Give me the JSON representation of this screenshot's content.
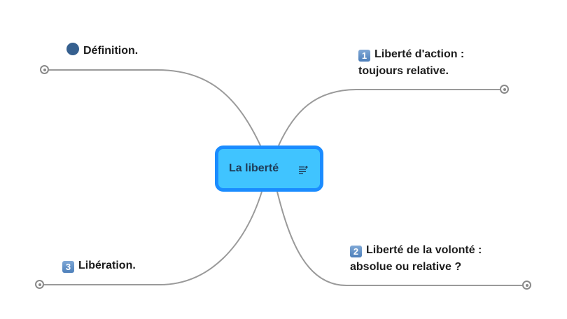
{
  "central": {
    "label": "La liberté",
    "notes_icon": "notes-icon"
  },
  "topics": {
    "definition": {
      "label": "Définition.",
      "marker_icon": "blue-dot-icon"
    },
    "action": {
      "badge": "1",
      "line1": "Liberté d'action :",
      "line2": "toujours relative."
    },
    "volonte": {
      "badge": "2",
      "line1": "Liberté de la volonté :",
      "line2": "absolue ou relative ?"
    },
    "liberation": {
      "badge": "3",
      "label": "Libération."
    }
  },
  "colors": {
    "central_fill": "#40c4ff",
    "central_border": "#1a8cff",
    "connector": "#9a9a9a"
  }
}
